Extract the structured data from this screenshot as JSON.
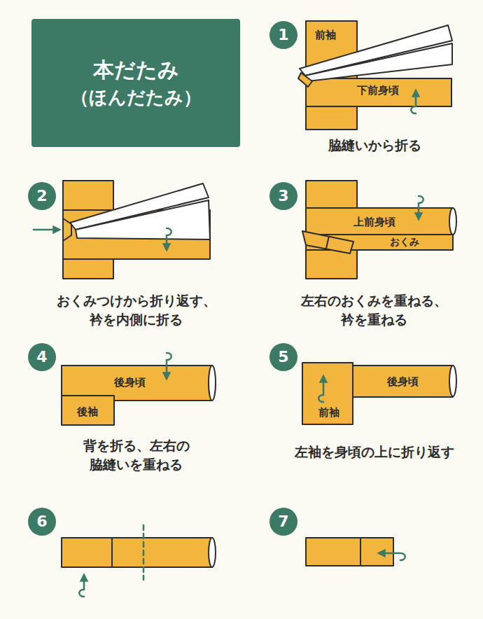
{
  "diagram": {
    "nodes": [
      {
        "text": [
          "本だたみ",
          "（ほんだたみ）"
        ]
      },
      {
        "text": [
          "1"
        ]
      },
      {
        "text": [
          "2"
        ]
      },
      {
        "text": [
          "3"
        ]
      },
      {
        "text": [
          "4"
        ]
      },
      {
        "text": [
          "5"
        ]
      },
      {
        "text": [
          "6"
        ]
      },
      {
        "text": [
          "7"
        ]
      }
    ],
    "labels": [
      "前袖",
      "下前身頃",
      "脇縫いから折る",
      "おくみつけから折り返す、 衿を内側に折る",
      "上前身頃",
      "おくみ",
      "左右のおくみを重ねる、 衿を重ねる",
      "後身頃",
      "後袖",
      "背を折る、左右の 脇縫いを重ねる",
      "後身頃",
      "前袖",
      "左袖を身頃の上に折り返す"
    ]
  }
}
